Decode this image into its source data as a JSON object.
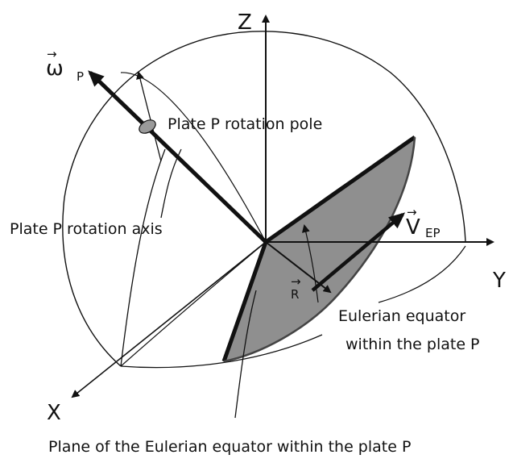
{
  "labels": {
    "omega": "ω",
    "omega_arrow": "→",
    "omega_sub": "P",
    "z_axis": "Z",
    "y_axis": "Y",
    "x_axis": "X",
    "rotation_pole": "Plate P rotation pole",
    "rotation_axis": "Plate P rotation axis",
    "velocity": "V",
    "velocity_arrow": "→",
    "velocity_sub": "EP",
    "radius": "R",
    "radius_arrow": "→",
    "eulerian_equator_line1": "Eulerian equator",
    "eulerian_equator_line2": "within the plate P",
    "plane_caption": "Plane of the Eulerian equator within the plate P"
  },
  "colors": {
    "ink": "#111111",
    "plane_fill": "#8f8f8f",
    "plane_edge": "#6e6e6e",
    "pole_marker": "#9a9a9a"
  }
}
